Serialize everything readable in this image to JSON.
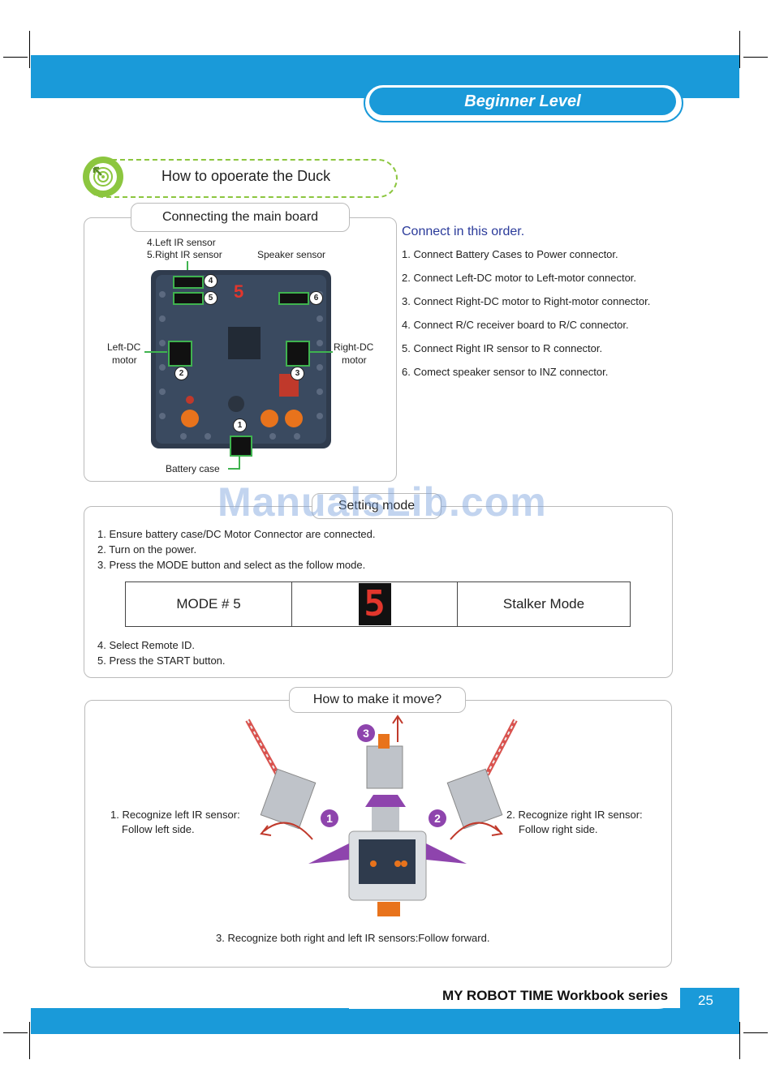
{
  "header": {
    "level": "Beginner Level"
  },
  "section": {
    "title": "How to opoerate the Duck"
  },
  "board_panel": {
    "tab": "Connecting the main board",
    "labels": {
      "left_ir": "4.Left IR sensor",
      "right_ir": "5.Right IR sensor",
      "speaker": "Speaker sensor",
      "left_dc_1": "Left-DC",
      "left_dc_2": "motor",
      "right_dc_1": "Right-DC",
      "right_dc_2": "motor",
      "battery": "Battery case",
      "display_digit": "5"
    },
    "markers": [
      "4",
      "5",
      "6",
      "2",
      "3",
      "1"
    ]
  },
  "order": {
    "title": "Connect in this order.",
    "items": [
      "1. Connect Battery Cases to Power connector.",
      "2. Connect Left-DC motor to Left-motor connector.",
      "3. Connect Right-DC motor to Right-motor connector.",
      "4. Connect R/C receiver board to R/C connector.",
      "5. Connect Right IR sensor to R connector.",
      "6. Comect speaker sensor to INZ connector."
    ]
  },
  "mode_panel": {
    "tab": "Setting mode",
    "steps_before": [
      "1. Ensure battery case/DC Motor Connector are connected.",
      "2. Turn on the power.",
      "3. Press the MODE button and select as the follow mode."
    ],
    "table": {
      "mode": "MODE # 5",
      "display": "5",
      "name": "Stalker Mode"
    },
    "steps_after": [
      "4. Select Remote ID.",
      "5. Press the START button."
    ]
  },
  "move_panel": {
    "tab": "How to make it move?",
    "left_1": "1. Recognize left IR sensor:",
    "left_2": "Follow left side.",
    "right_1": "2. Recognize right IR sensor:",
    "right_2": "Follow right side.",
    "bottom": "3. Recognize both right and left IR sensors:Follow forward.",
    "markers": [
      "1",
      "2",
      "3"
    ]
  },
  "watermark": "ManualsLib.com",
  "footer": {
    "series": "MY ROBOT TIME   Workbook series",
    "page": "25"
  },
  "colors": {
    "brand_blue": "#1a9ad9",
    "green": "#8cc63f",
    "connector_green": "#3fb34f",
    "order_title": "#2a3a9a",
    "marker_purple": "#8e44ad",
    "arrow_red": "#c0392b"
  }
}
